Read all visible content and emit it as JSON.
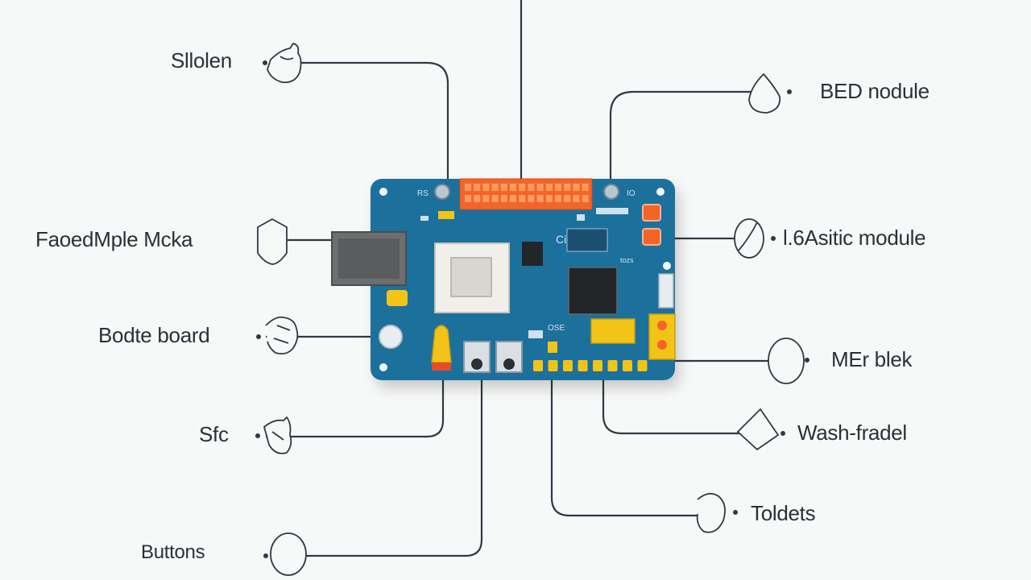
{
  "labels": {
    "silicon": "Sllolen",
    "faced": "FaoedMple Mcka",
    "bodte": "Bodte board",
    "sfc": "Sfc",
    "buttons": "Buttons",
    "bed": "BED nodule",
    "asthic": "l.6Asitic module",
    "mer": "MEr blek",
    "wash": "Wash-fradel",
    "toldets": "Toldets"
  },
  "board": {
    "silk_left": "RS",
    "silk_right": "IO",
    "silk_text": "Ci",
    "silk_text_small": "OSE",
    "silk_code": "tozs"
  },
  "colors": {
    "board": "#1f6f9c",
    "header": "#f2652a",
    "chip": "#232628",
    "usb": "#6d6e70",
    "yellow": "#f2c418",
    "wire": "#2f3a44"
  }
}
